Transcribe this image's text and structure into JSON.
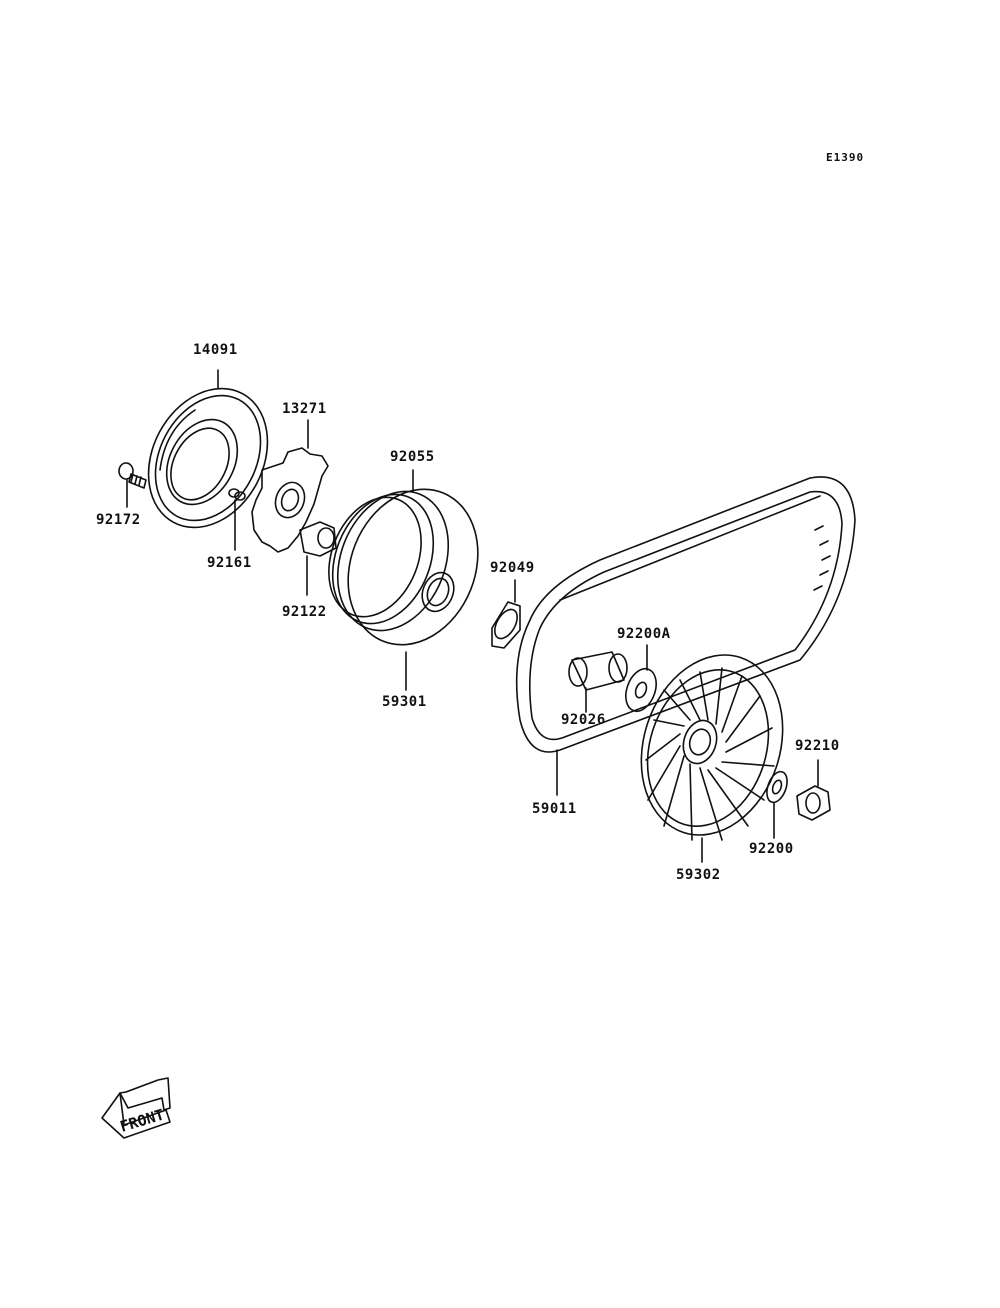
{
  "diagram_code": "E1390",
  "front_label": "FRONT",
  "parts": {
    "p14091": "14091",
    "p13271": "13271",
    "p92055": "92055",
    "p92172": "92172",
    "p92161": "92161",
    "p92122": "92122",
    "p92049": "92049",
    "p59301": "59301",
    "p92200A": "92200A",
    "p92026": "92026",
    "p92210": "92210",
    "p59011": "59011",
    "p92200": "92200",
    "p59302": "59302"
  }
}
